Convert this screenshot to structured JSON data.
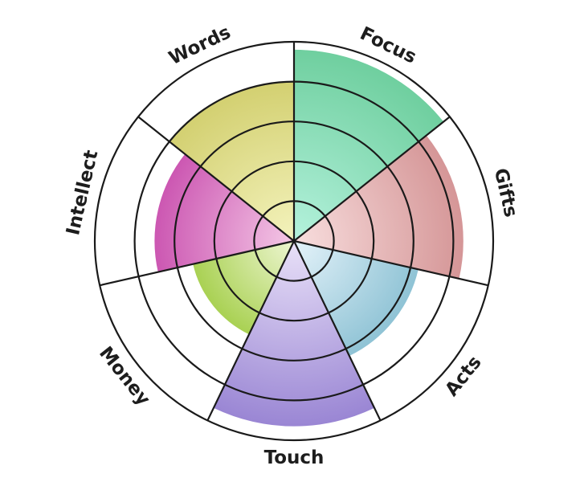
{
  "chart_data": {
    "type": "polar-area",
    "title": "",
    "categories": [
      "Focus",
      "Gifts",
      "Acts",
      "Touch",
      "Money",
      "Intellect",
      "Words"
    ],
    "values": [
      9.6,
      8.5,
      6.4,
      9.3,
      5.2,
      7.0,
      8.0
    ],
    "scale_max": 10,
    "rings": [
      2,
      4,
      6,
      8,
      10
    ],
    "colors": [
      {
        "light": "#b5f2dd",
        "dark": "#6fcf9f"
      },
      {
        "light": "#f8dede",
        "dark": "#d59697"
      },
      {
        "light": "#e5f3fa",
        "dark": "#8fc3d5"
      },
      {
        "light": "#e9e1f8",
        "dark": "#9a86d4"
      },
      {
        "light": "#eef6d2",
        "dark": "#a9d153"
      },
      {
        "light": "#f4c8e6",
        "dark": "#cc57b2"
      },
      {
        "light": "#f4f3bd",
        "dark": "#d3d071"
      }
    ]
  }
}
